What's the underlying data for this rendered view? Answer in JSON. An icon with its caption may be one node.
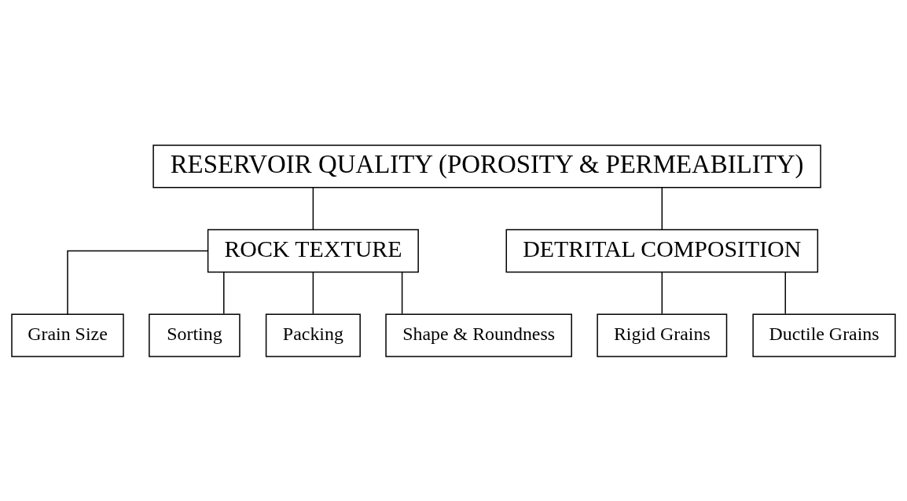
{
  "diagram": {
    "nodes": [
      {
        "text": [
          "RESERVOIR QUALITY (POROSITY & PERMEABILITY)"
        ]
      },
      {
        "text": [
          "ROCK TEXTURE"
        ]
      },
      {
        "text": [
          "DETRITAL COMPOSITION"
        ]
      },
      {
        "text": [
          "Grain Size"
        ]
      },
      {
        "text": [
          "Sorting"
        ]
      },
      {
        "text": [
          "Packing"
        ]
      },
      {
        "text": [
          "Shape & Roundness"
        ]
      },
      {
        "text": [
          "Rigid Grains"
        ]
      },
      {
        "text": [
          "Ductile Grains"
        ]
      }
    ],
    "edges": [
      {
        "from": 0,
        "to": 1,
        "arrow": "none"
      },
      {
        "from": 0,
        "to": 2,
        "arrow": "none"
      },
      {
        "from": 1,
        "to": 3,
        "arrow": "none"
      },
      {
        "from": 1,
        "to": 4,
        "arrow": "none"
      },
      {
        "from": 1,
        "to": 5,
        "arrow": "none"
      },
      {
        "from": 1,
        "to": 6,
        "arrow": "none"
      },
      {
        "from": 2,
        "to": 7,
        "arrow": "none"
      },
      {
        "from": 2,
        "to": 8,
        "arrow": "none"
      }
    ]
  }
}
